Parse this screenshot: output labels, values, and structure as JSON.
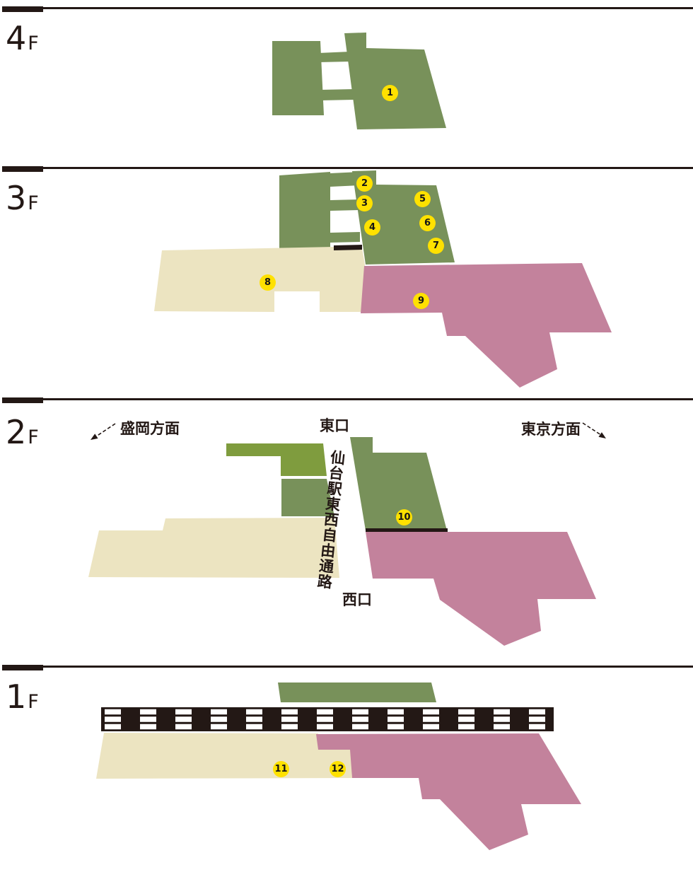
{
  "colors": {
    "building_green": "#78915A",
    "platform_green": "#7F9C3E",
    "concourse_cream": "#ECE4C1",
    "shinkansen_pink": "#C3829C",
    "marker_yellow": "#FFE100",
    "ink_dark": "#231815"
  },
  "floors": [
    {
      "id": "4F",
      "number": "4",
      "suffix": "F",
      "markers": [
        "1"
      ]
    },
    {
      "id": "3F",
      "number": "3",
      "suffix": "F",
      "markers": [
        "2",
        "3",
        "4",
        "5",
        "6",
        "7",
        "8",
        "9"
      ]
    },
    {
      "id": "2F",
      "number": "2",
      "suffix": "F",
      "markers": [
        "10"
      ],
      "labels": {
        "east_exit": "東口",
        "west_exit": "西口",
        "direction_north": "盛岡方面",
        "direction_south": "東京方面",
        "corridor": "仙台駅東西自由通路"
      }
    },
    {
      "id": "1F",
      "number": "1",
      "suffix": "F",
      "markers": [
        "11",
        "12"
      ]
    }
  ]
}
